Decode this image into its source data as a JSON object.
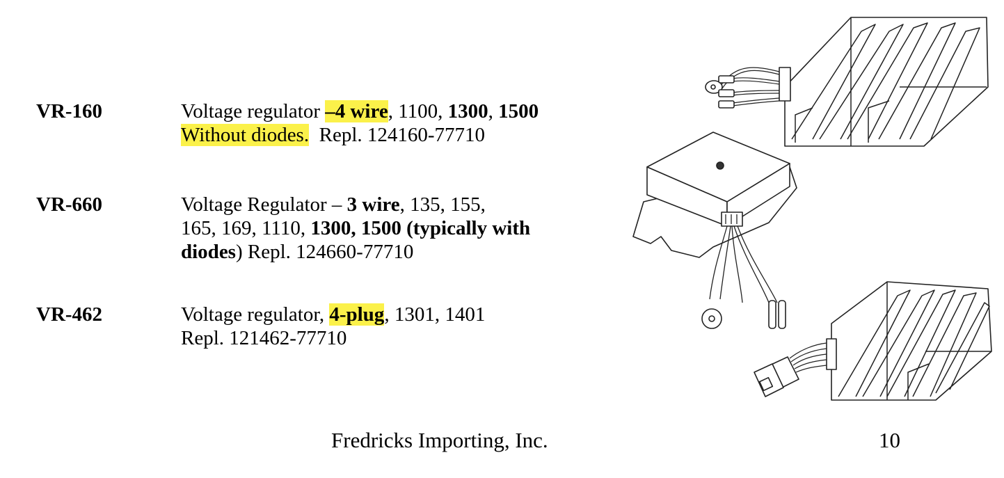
{
  "items": [
    {
      "part": "VR-160",
      "lines": [
        [
          {
            "t": "Voltage regulator ",
            "b": false,
            "h": false
          },
          {
            "t": "–4 wire",
            "b": true,
            "h": true
          },
          {
            "t": ", 1100, ",
            "b": false,
            "h": false
          },
          {
            "t": "1300",
            "b": true,
            "h": false
          },
          {
            "t": ", ",
            "b": false,
            "h": false
          },
          {
            "t": "1500",
            "b": true,
            "h": false
          }
        ],
        [
          {
            "t": "Without diodes.",
            "b": false,
            "h": true
          },
          {
            "t": "  Repl. 124160-77710",
            "b": false,
            "h": false
          }
        ]
      ]
    },
    {
      "part": "VR-660",
      "lines": [
        [
          {
            "t": "Voltage Regulator – ",
            "b": false,
            "h": false
          },
          {
            "t": "3 wire",
            "b": true,
            "h": false
          },
          {
            "t": ", 135, 155,",
            "b": false,
            "h": false
          }
        ],
        [
          {
            "t": "165, 169, 1110, ",
            "b": false,
            "h": false
          },
          {
            "t": "1300, 1500 (typically with",
            "b": true,
            "h": false
          }
        ],
        [
          {
            "t": "diodes",
            "b": true,
            "h": false
          },
          {
            "t": ") Repl. 124660-77710",
            "b": false,
            "h": false
          }
        ]
      ]
    },
    {
      "part": "VR-462",
      "lines": [
        [
          {
            "t": "Voltage regulator, ",
            "b": false,
            "h": false
          },
          {
            "t": "4-plug",
            "b": true,
            "h": true
          },
          {
            "t": ", 1301, 1401",
            "b": false,
            "h": false
          }
        ],
        [
          {
            "t": "Repl. 121462-77710",
            "b": false,
            "h": false
          }
        ]
      ]
    }
  ],
  "footer": {
    "company": "Fredricks Importing, Inc.",
    "page_number": "10"
  },
  "colors": {
    "highlight": "#fbf14a",
    "text": "#000000",
    "background": "#ffffff"
  },
  "illustrations": [
    "finned-regulator-4-wire-icon",
    "boxed-regulator-3-wire-icon",
    "finned-regulator-4-plug-icon"
  ]
}
